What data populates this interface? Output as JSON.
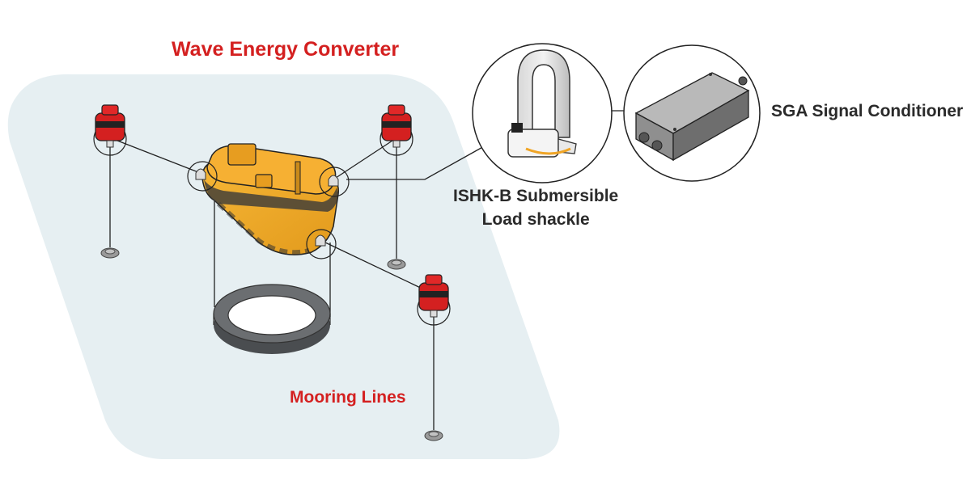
{
  "labels": {
    "wave_energy_converter": "Wave Energy Converter",
    "mooring_lines": "Mooring Lines",
    "shackle_line1": "ISHK-B Submersible",
    "shackle_line2": "Load shackle",
    "signal_conditioner": "SGA Signal Conditioner"
  },
  "colors": {
    "background_region": "#e6eff2",
    "buoy_red": "#d42020",
    "wec_orange": "#f0a526",
    "ring_grey": "#5f6265",
    "line_dark": "#222222",
    "accent_text": "#d42020"
  },
  "icons": {
    "buoy": "mooring-buoy-icon",
    "anchor": "seabed-anchor-icon",
    "shackle": "load-shackle-icon",
    "conditioner": "signal-conditioner-box-icon"
  }
}
